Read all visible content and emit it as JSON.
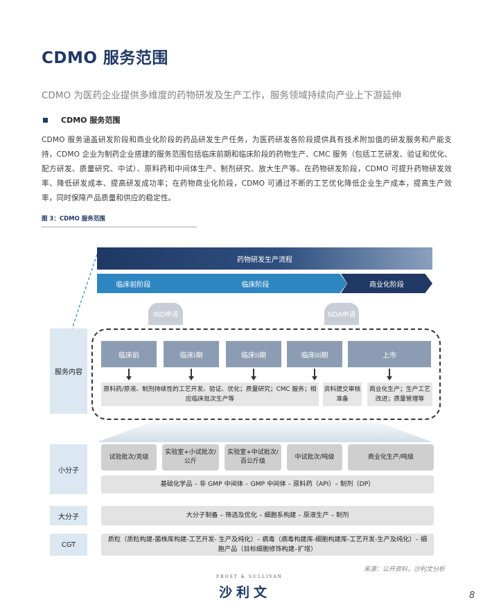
{
  "page": {
    "title": "CDMO 服务范围",
    "subtitle": "CDMO 为医药企业提供多维度的药物研发及生产工作，服务领域持续向产业上下游延伸",
    "section_title": "CDMO 服务范围",
    "body": "CDMO 服务涵盖研发阶段和商业化阶段的药品研发生产任务，为医药研发各阶段提供具有技术附加值的研发服务和产能支持，CDMO 企业为制药企业搭建的服务范围包括临床前期和临床阶段的药物生产、CMC 服务（包括工艺研发、验证和优化、配方研发、质量研究、中试）、原料药和中间体生产、制剂研究、放大生产等。在药物研发阶段，CDMO 可提升药物研发效率、降低研发成本、提高研发成功率；在药物商业化阶段，CDMO 可通过不断的工艺优化降低企业生产成本，提高生产效率，同时保障产品质量和供应的稳定性。",
    "figure_caption": "图 3：CDMO 服务范围",
    "source": "来源：公开资料，沙利文分析",
    "logo_top": "FROST & SULLIVAN",
    "logo_main": "沙利文",
    "page_number": "8"
  },
  "diagram": {
    "flow_title": "药物研发生产流程",
    "phases": [
      "临床前阶段",
      "临床阶段",
      "商业化阶段"
    ],
    "applications": [
      "IND申请",
      "NDA申请"
    ],
    "service_label": "服务内容",
    "stages": [
      "临床前",
      "临床I期",
      "临床II期",
      "临床III期",
      "上市"
    ],
    "services": [
      "原料药/原液、制剂持续性的工艺开发、验证、优化；质量研究；CMC 服务；相应临床批次生产等",
      "资料提交审核准备",
      "商业化生产；生产工艺改进；质量管理等"
    ],
    "small_molecule": {
      "label": "小分子",
      "steps": [
        "试验批次/克级",
        "实验室+小试批次/公斤",
        "实验室+中试批次/百公斤级",
        "中试批次/吨级",
        "商业化生产/吨级"
      ],
      "chain": "基础化学品 – 非 GMP 中间体 – GMP 中间体 – 原料药（API）– 制剂（DP）"
    },
    "large_molecule": {
      "label": "大分子",
      "chain": "大分子制备 – 筛选及优化 – 细胞系构建 – 原液生产 – 制剂"
    },
    "cgt": {
      "label": "CGT",
      "chain": "质粒（质粒构建-菌株库构建-工艺开发- 生产及纯化）– 病毒（病毒构建库-细胞构建库-工艺开发-生产及纯化）– 细胞产品（目标细胞修饰构建–扩增）"
    }
  }
}
